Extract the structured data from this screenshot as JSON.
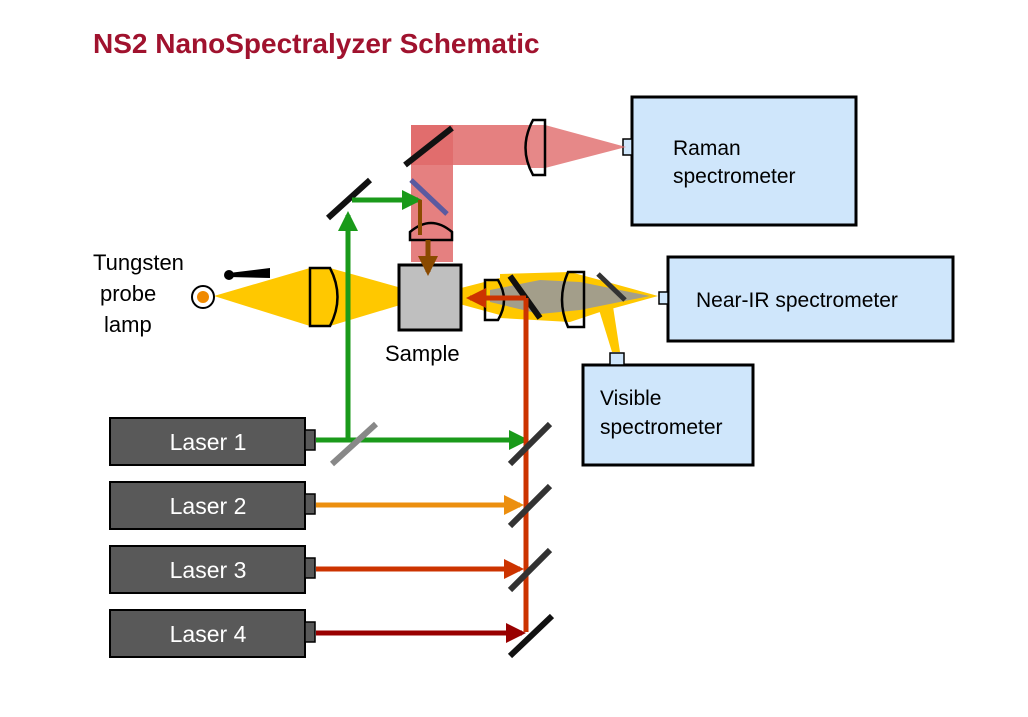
{
  "title": "NS2 NanoSpectralyzer Schematic",
  "labels": {
    "raman_line1": "Raman",
    "raman_line2": "spectrometer",
    "nearir": "Near-IR spectrometer",
    "visible_line1": "Visible",
    "visible_line2": "spectrometer",
    "tungsten_line1": "Tungsten",
    "tungsten_line2": "probe",
    "tungsten_line3": "lamp",
    "sample": "Sample"
  },
  "lasers": [
    {
      "label": "Laser 1",
      "beam_color": "#1a9a1a"
    },
    {
      "label": "Laser 2",
      "beam_color": "#ec8f0f"
    },
    {
      "label": "Laser 3",
      "beam_color": "#cc3300"
    },
    {
      "label": "Laser 4",
      "beam_color": "#990000"
    }
  ],
  "colors": {
    "title": "#a0122e",
    "spectrometer_fill": "#cfe6fb",
    "laser_fill": "#595959",
    "lamp_beam": "#ffc800",
    "raman_beam": "#e06a6a",
    "combined_beam": "#cc3300",
    "green_beam": "#1a9a1a",
    "sample_fill": "#bfbfbf",
    "mirror": "#111111",
    "beamsplitter": "#888888",
    "dichroic": "#5a5aa0"
  },
  "icons": [
    "lamp-icon",
    "mirror-icon",
    "lens-icon",
    "beamsplitter-icon",
    "arrowhead-icon"
  ]
}
